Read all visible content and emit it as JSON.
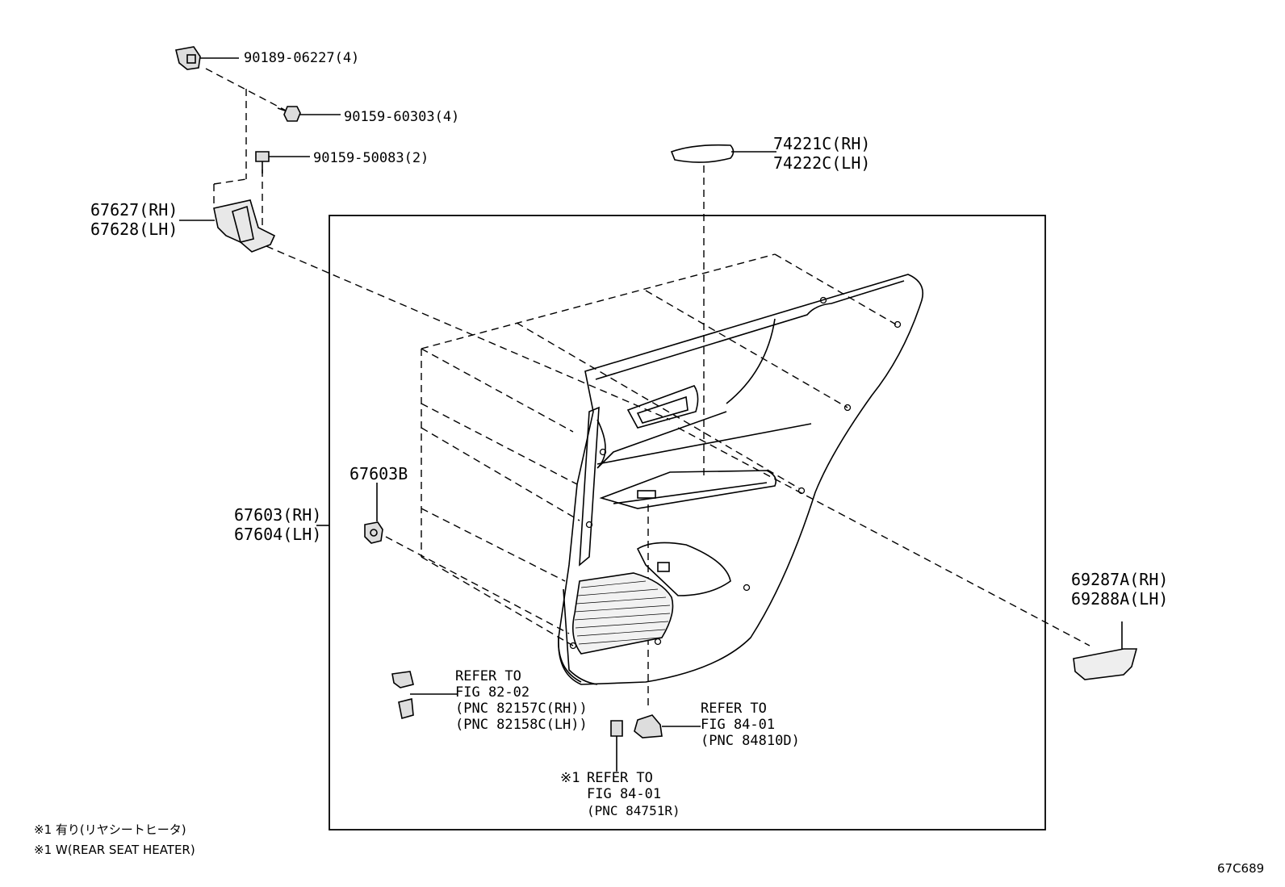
{
  "parts": {
    "clip_90189": "90189-06227(4)",
    "screw_60303": "90159-60303(4)",
    "screw_50083": "90159-50083(2)",
    "bracket_rh": "67627(RH)",
    "bracket_lh": "67628(LH)",
    "pad_rh": "74221C(RH)",
    "pad_lh": "74222C(LH)",
    "clip_67603b": "67603B",
    "panel_rh": "67603(RH)",
    "panel_lh": "67604(LH)",
    "garnish_rh": "69287A(RH)",
    "garnish_lh": "69288A(LH)"
  },
  "refs": {
    "ref1": {
      "l1": "REFER TO",
      "l2": "FIG 82-02",
      "l3": "(PNC 82157C(RH))",
      "l4": "(PNC 82158C(LH))"
    },
    "ref2": {
      "l1": "REFER TO",
      "l2": "FIG 84-01",
      "l3": "(PNC 84810D)"
    },
    "ref3": {
      "mark": "※1",
      "l1": "REFER TO",
      "l2": "FIG 84-01",
      "l3": "(PNC 84751R)"
    }
  },
  "notes": {
    "jp": "※1 有り(リヤシートヒータ)",
    "en": "※1 W(REAR SEAT HEATER)"
  },
  "figure_id": "67C689"
}
